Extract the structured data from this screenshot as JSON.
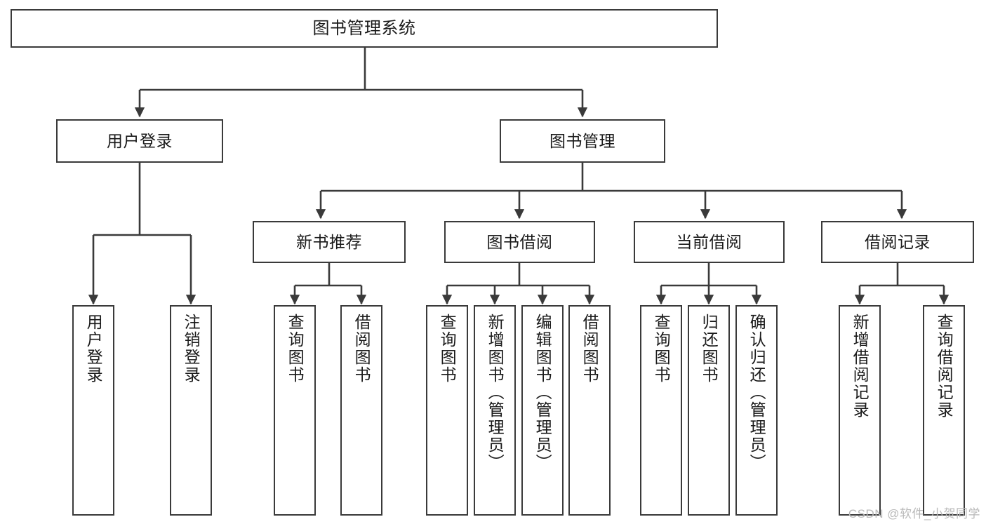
{
  "diagram": {
    "title": "图书管理系统",
    "watermark": "CSDN @软件_小贺同学",
    "root": {
      "label": "图书管理系统"
    },
    "level2": [
      {
        "label": "用户登录"
      },
      {
        "label": "图书管理"
      }
    ],
    "level3": [
      {
        "label": "新书推荐"
      },
      {
        "label": "图书借阅"
      },
      {
        "label": "当前借阅"
      },
      {
        "label": "借阅记录"
      }
    ],
    "leaves": {
      "user_login": [
        {
          "label": "用户登录"
        },
        {
          "label": "注销登录"
        }
      ],
      "new_book_recommend": [
        {
          "label": "查询图书"
        },
        {
          "label": "借阅图书"
        }
      ],
      "book_borrow": [
        {
          "label": "查询图书"
        },
        {
          "label": "新增图书（管理员）"
        },
        {
          "label": "编辑图书（管理员）"
        },
        {
          "label": "借阅图书"
        }
      ],
      "current_borrow": [
        {
          "label": "查询图书"
        },
        {
          "label": "归还图书"
        },
        {
          "label": "确认归还（管理员）"
        }
      ],
      "borrow_record": [
        {
          "label": "新增借阅记录"
        },
        {
          "label": "查询借阅记录"
        }
      ]
    },
    "colors": {
      "stroke": "#3a3a3a",
      "fill": "#ffffff",
      "text": "#1a1a1a",
      "watermark": "#b9b9b9"
    }
  }
}
